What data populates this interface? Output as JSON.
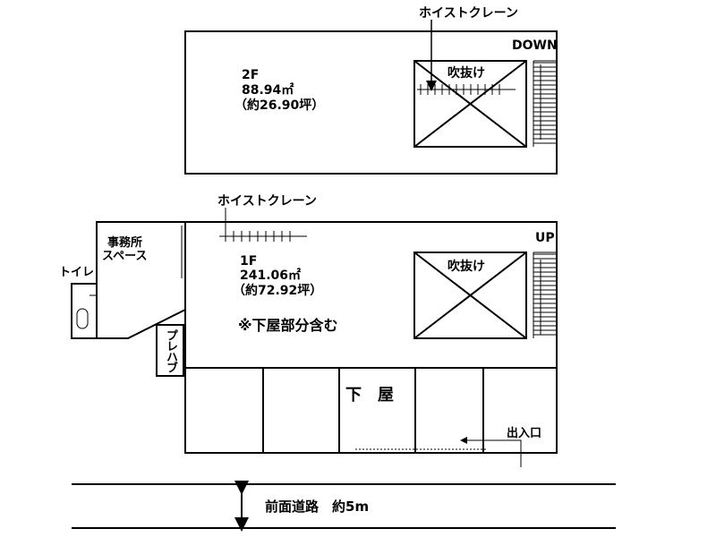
{
  "floor2": {
    "label": "2F",
    "area": "88.94㎡",
    "tsubo": "（約26.90坪）",
    "hoist_label": "ホイストクレーン",
    "void_label": "吹抜け",
    "stair_label": "DOWN"
  },
  "floor1": {
    "label": "1F",
    "area": "241.06㎡",
    "tsubo": "（約72.92坪）",
    "note": "※下屋部分含む",
    "hoist_label": "ホイストクレーン",
    "void_label": "吹抜け",
    "stair_label": "UP",
    "office_label_1": "事務所",
    "office_label_2": "スペース",
    "toilet_label": "トイレ",
    "prefab_label": "プレハブ",
    "shed_label": "下屋",
    "entrance_label": "出入口"
  },
  "road": {
    "label": "前面道路　約5m"
  }
}
